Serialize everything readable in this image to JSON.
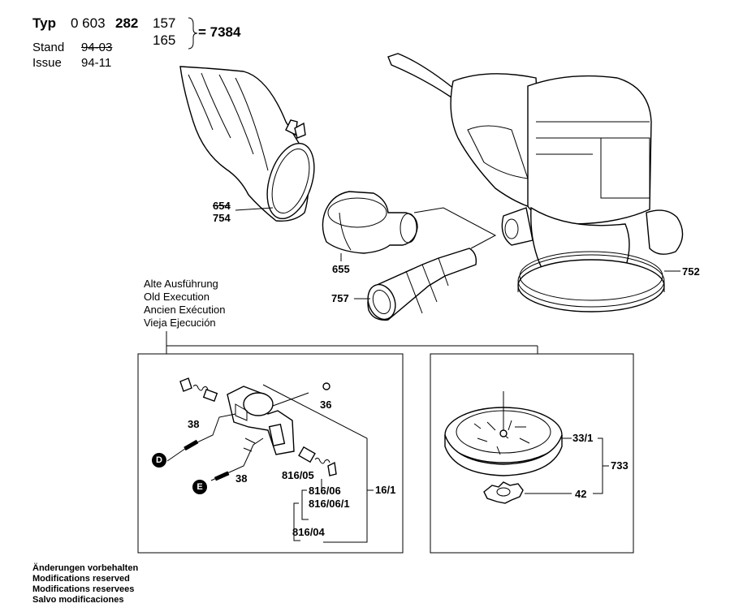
{
  "header": {
    "typ_label": "Typ",
    "typ_prefix": "0 603",
    "typ_main": "282",
    "variant_a": "157",
    "variant_b": "165",
    "equals": "= 7384",
    "stand_label": "Stand",
    "stand_value": "94-03",
    "issue_label": "Issue",
    "issue_value": "94-11"
  },
  "callouts": {
    "c654": "654",
    "c754": "754",
    "c655": "655",
    "c757": "757",
    "c752": "752",
    "c36": "36",
    "c38a": "38",
    "c38b": "38",
    "c816_05": "816/05",
    "c816_06": "816/06",
    "c816_06_1": "816/06/1",
    "c816_04": "816/04",
    "c16_1": "16/1",
    "c33_1": "33/1",
    "c733": "733",
    "c42": "42",
    "badge_d": "D",
    "badge_e": "E"
  },
  "old_execution": {
    "de": "Alte Ausführung",
    "en": "Old Execution",
    "fr": "Ancien Exécution",
    "es": "Vieja Ejecución"
  },
  "footer": {
    "de": "Änderungen vorbehalten",
    "en": "Modifications reserved",
    "fr": "Modifications reservees",
    "es": "Salvo modificaciones"
  }
}
